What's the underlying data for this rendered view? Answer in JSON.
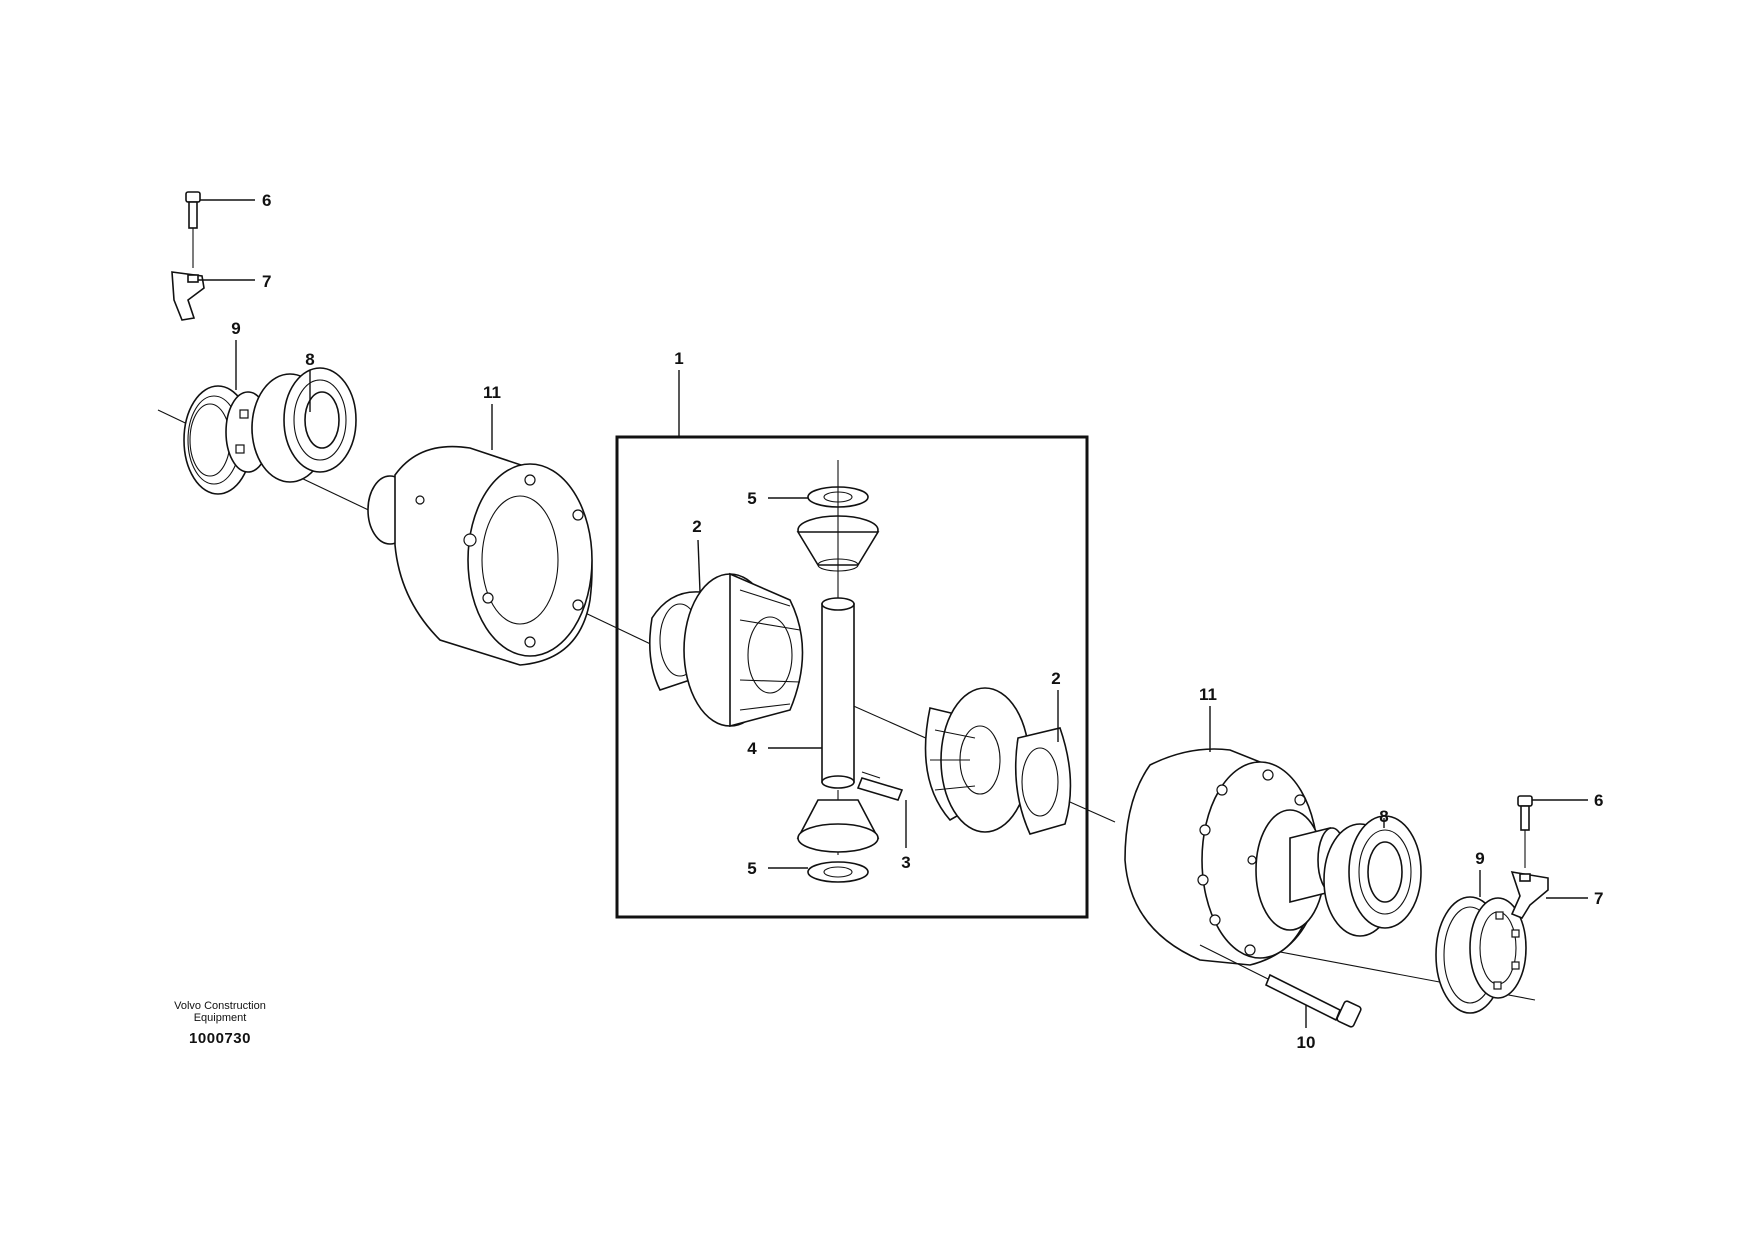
{
  "callouts": {
    "c1": "1",
    "c2a": "2",
    "c2b": "2",
    "c3": "3",
    "c4": "4",
    "c5a": "5",
    "c5b": "5",
    "c6a": "6",
    "c6b": "6",
    "c7a": "7",
    "c7b": "7",
    "c8a": "8",
    "c8b": "8",
    "c9a": "9",
    "c9b": "9",
    "c10": "10",
    "c11a": "11",
    "c11b": "11"
  },
  "credit": {
    "line1": "Volvo Construction",
    "line2": "Equipment",
    "number": "1000730"
  }
}
